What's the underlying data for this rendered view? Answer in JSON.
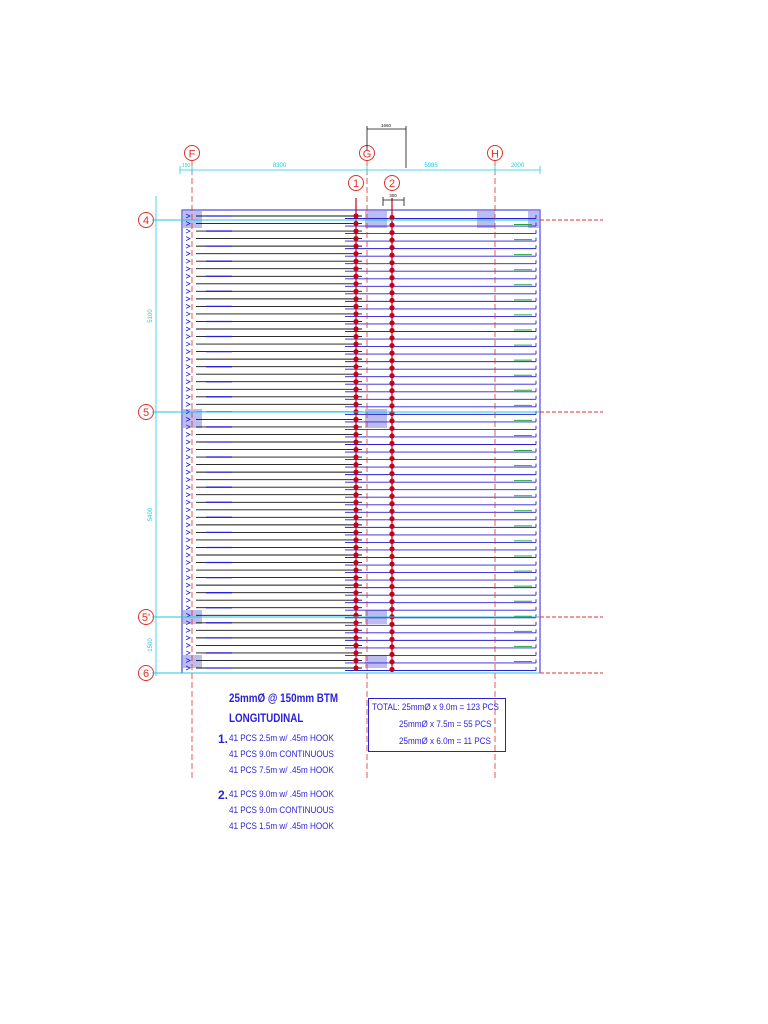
{
  "grid_columns": [
    {
      "label": "F"
    },
    {
      "label": "G"
    },
    {
      "label": "H"
    }
  ],
  "grid_rows": [
    {
      "label": "4"
    },
    {
      "label": "5"
    },
    {
      "label": "5'"
    },
    {
      "label": "6"
    }
  ],
  "bar_marks": [
    {
      "label": "1"
    },
    {
      "label": "2"
    }
  ],
  "dimensions": {
    "top": [
      "8300",
      "5985",
      "2000"
    ],
    "small_top": "1660",
    "small_offset": "300",
    "left_first": "150",
    "vertical": [
      "5100",
      "5400",
      "1500"
    ]
  },
  "notes": {
    "title_line1": "25mmØ @ 150mm BTM",
    "title_line2": "LONGITUDINAL",
    "group1": {
      "number": "1.",
      "lines": [
        "41 PCS 2.5m w/ .45m HOOK",
        "41 PCS 9.0m CONTINUOUS",
        "41 PCS 7.5m w/ .45m HOOK"
      ]
    },
    "group2": {
      "number": "2.",
      "lines": [
        "41 PCS 9.0m w/ .45m HOOK",
        "41 PCS 9.0m CONTINUOUS",
        "41 PCS 1.5m w/ .45m HOOK"
      ]
    }
  },
  "totals": {
    "line1": "TOTAL: 25mmØ x 9.0m = 123 PCS",
    "line2": "25mmØ x 7.5m  = 55  PCS",
    "line3": "25mmØ x 6.0m = 11  PCS"
  },
  "colors": {
    "grid_cyan": "#22c8e0",
    "bubble_red": "#e0302a",
    "rebar_black": "#111111",
    "rebar_blue": "#2a1fd6",
    "green_hook": "#1faa3a",
    "splice_red": "#c4001a",
    "hatch_blue": "#8f8fe6"
  },
  "bar_count": 61
}
